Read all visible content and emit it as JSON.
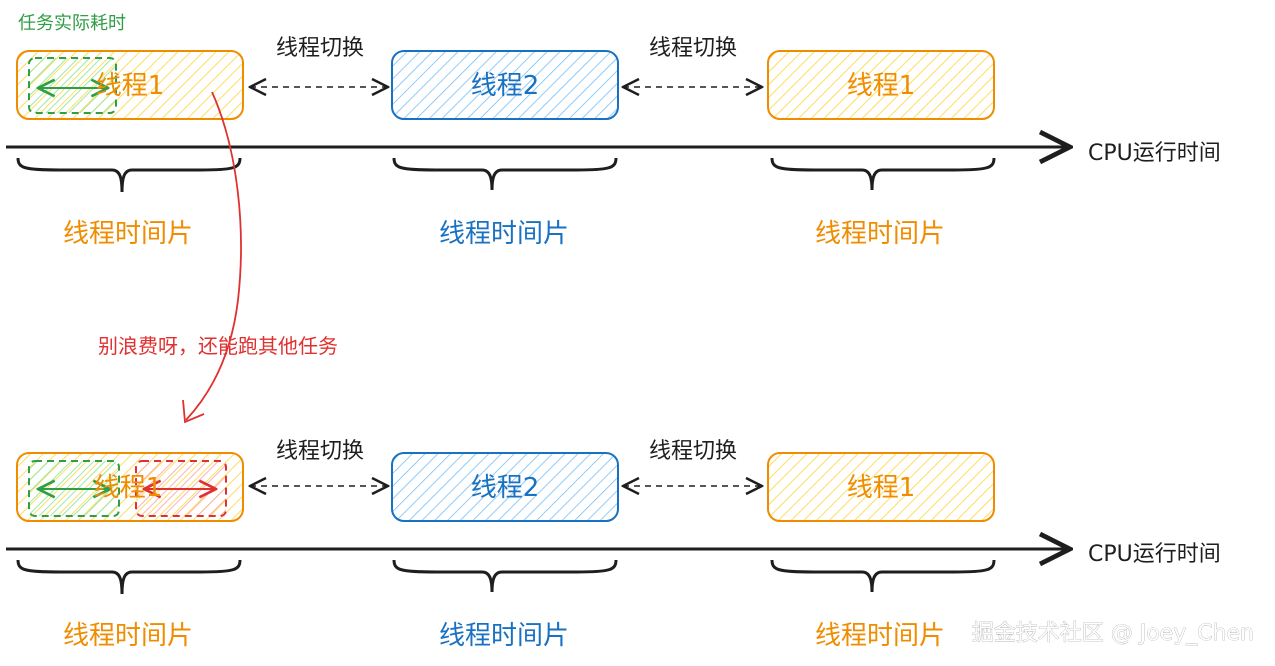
{
  "colors": {
    "orange": "#f08c00",
    "orange_fill": "#ffec99",
    "blue": "#1971c2",
    "blue_fill": "#a5d8ff",
    "green": "#2f9e44",
    "green_fill": "#b2f2bb",
    "red": "#e03131",
    "red_fill": "#ffc9c9",
    "ink": "#1e1e1e"
  },
  "top": {
    "task_time_label": "任务实际耗时",
    "thread_a_label": "线程1",
    "thread_b_label": "线程2",
    "thread_c_label": "线程1",
    "switch_left_label": "线程切换",
    "switch_right_label": "线程切换",
    "axis_label": "CPU运行时间",
    "slice_left_label": "线程时间片",
    "slice_mid_label": "线程时间片",
    "slice_right_label": "线程时间片"
  },
  "annotation": {
    "label": "别浪费呀，还能跑其他任务"
  },
  "bottom": {
    "thread_a_label": "线程1",
    "thread_b_label": "线程2",
    "thread_c_label": "线程1",
    "switch_left_label": "线程切换",
    "switch_right_label": "线程切换",
    "axis_label": "CPU运行时间",
    "slice_left_label": "线程时间片",
    "slice_mid_label": "线程时间片",
    "slice_right_label": "线程时间片"
  },
  "watermark": "掘金技术社区 @ Joey_Chen"
}
